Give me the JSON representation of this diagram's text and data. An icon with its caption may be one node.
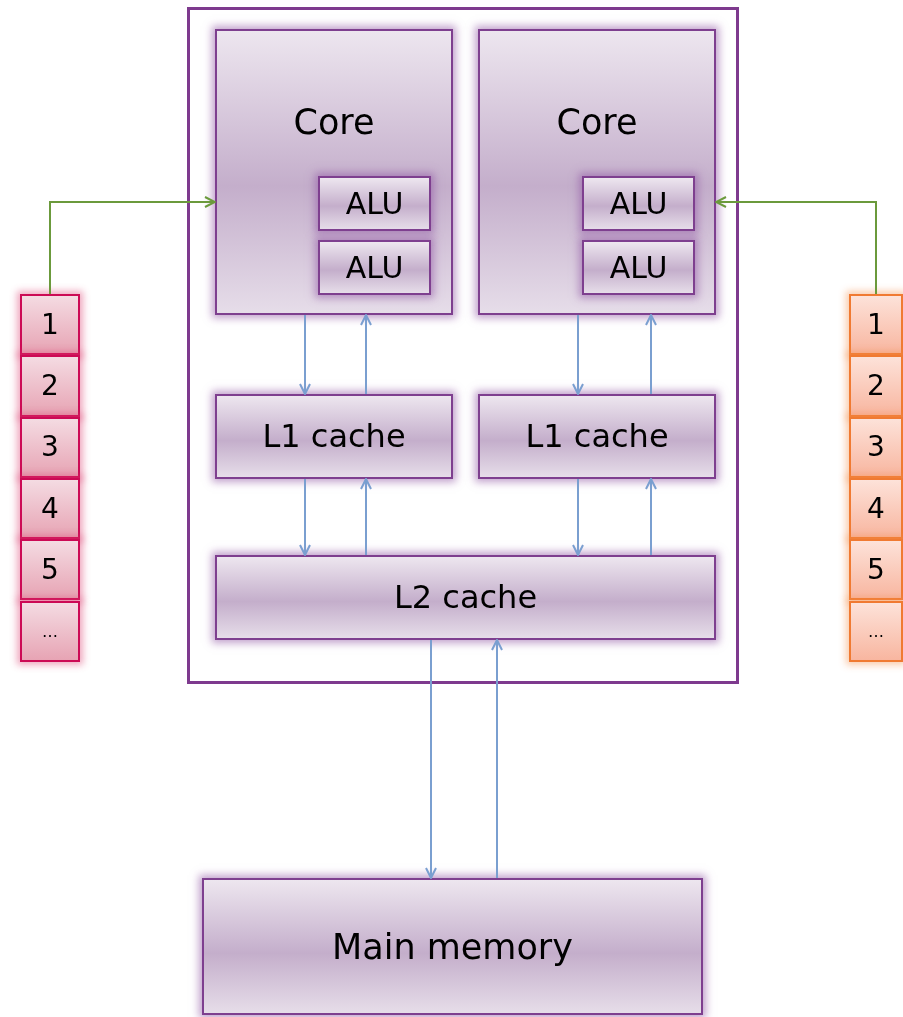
{
  "diagram": {
    "nodes": [
      {
        "text": [],
        "shape": "box"
      },
      {
        "text": [
          "Core"
        ],
        "in": 0
      },
      {
        "text": [
          "ALU"
        ],
        "in": 1
      },
      {
        "text": [
          "ALU"
        ],
        "in": 1
      },
      {
        "text": [
          "Core"
        ],
        "in": 0
      },
      {
        "text": [
          "ALU"
        ],
        "in": 4
      },
      {
        "text": [
          "ALU"
        ],
        "in": 4
      },
      {
        "text": [
          "L1 cache"
        ],
        "in": 0
      },
      {
        "text": [
          "L1 cache"
        ],
        "in": 0
      },
      {
        "text": [
          "L2 cache"
        ],
        "in": 0
      },
      {
        "text": [
          "Main memory"
        ]
      },
      {
        "text": [
          "1"
        ]
      },
      {
        "text": [
          "2"
        ]
      },
      {
        "text": [
          "3"
        ]
      },
      {
        "text": [
          "4"
        ]
      },
      {
        "text": [
          "5"
        ]
      },
      {
        "text": [
          "…"
        ]
      },
      {
        "text": [
          "1"
        ]
      },
      {
        "text": [
          "2"
        ]
      },
      {
        "text": [
          "3"
        ]
      },
      {
        "text": [
          "4"
        ]
      },
      {
        "text": [
          "5"
        ]
      },
      {
        "text": [
          "…"
        ]
      }
    ],
    "edges": [
      {
        "from": 1,
        "to": 7,
        "arrow": "to"
      },
      {
        "from": 7,
        "to": 1,
        "arrow": "to"
      },
      {
        "from": 4,
        "to": 8,
        "arrow": "to"
      },
      {
        "from": 8,
        "to": 4,
        "arrow": "to"
      },
      {
        "from": 7,
        "to": 9,
        "arrow": "to"
      },
      {
        "from": 9,
        "to": 7,
        "arrow": "to"
      },
      {
        "from": 8,
        "to": 9,
        "arrow": "to"
      },
      {
        "from": 9,
        "to": 8,
        "arrow": "to"
      },
      {
        "from": 9,
        "to": 10,
        "arrow": "to"
      },
      {
        "from": 10,
        "to": 9,
        "arrow": "to"
      },
      {
        "from": 11,
        "to": 1,
        "arrow": "to",
        "color": "#6b9a3c"
      },
      {
        "from": 17,
        "to": 4,
        "arrow": "to",
        "color": "#6b9a3c"
      }
    ]
  }
}
